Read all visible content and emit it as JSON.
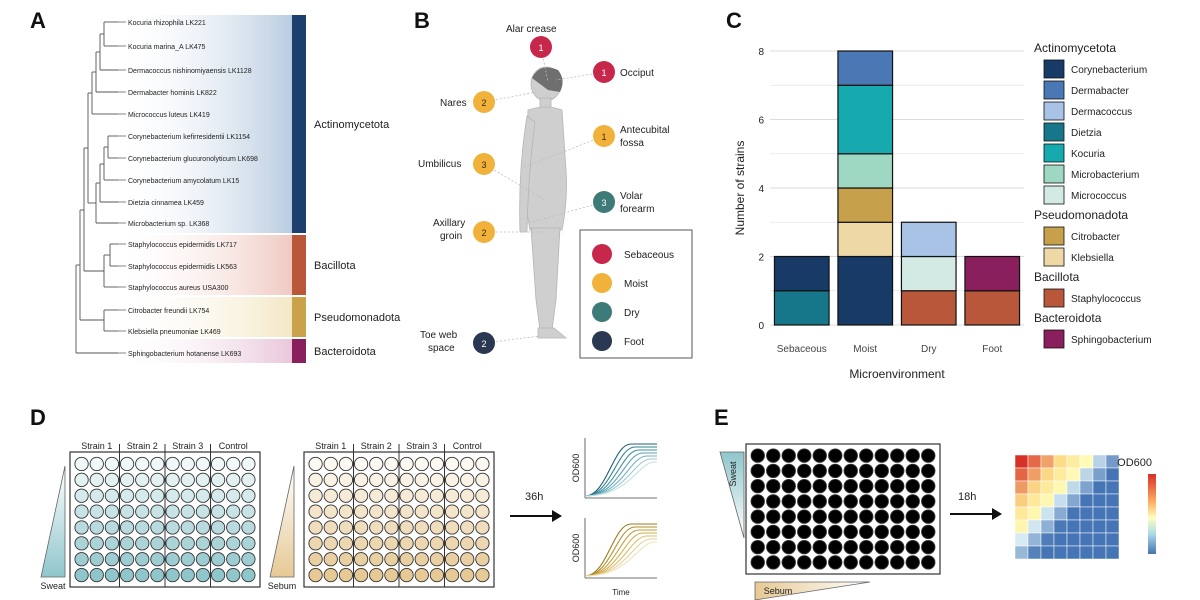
{
  "panels": {
    "a": "A",
    "b": "B",
    "c": "C",
    "d": "D",
    "e": "E"
  },
  "phylogeny": {
    "taxa": [
      "Kocuria rhizophila LK221",
      "Kocuria marina_A LK475",
      "Dermacoccus nishinomiyaensis LK1128",
      "Dermabacter hominis LK822",
      "Micrococcus luteus LK419",
      "Corynebacterium kefirresidentii LK1154",
      "Corynebacterium glucuronolyticum LK698",
      "Corynebacterium amycolatum LK15",
      "Dietzia cinnamea LK459",
      "Microbacterium sp. LK368",
      "Staphylococcus epidermidis LK717",
      "Staphylococcus epidermidis LK563",
      "Staphylococcus aureus USA300",
      "Citrobacter freundii LK754",
      "Klebsiella pneumoniae LK469",
      "Sphingobacterium hotanense LK693"
    ],
    "groups": [
      {
        "name": "Actinomycetota",
        "color": "#1c3f6e",
        "shade": "#b9cce0"
      },
      {
        "name": "Bacillota",
        "color": "#b8573a",
        "shade": "#f0c9c2"
      },
      {
        "name": "Pseudomonadota",
        "color": "#c9a24a",
        "shade": "#f3e8c6"
      },
      {
        "name": "Bacteroidota",
        "color": "#8a1f5e",
        "shade": "#e9c7da"
      }
    ]
  },
  "body_sites": {
    "sites": [
      {
        "name": "Alar crease",
        "count": "1",
        "type": "Sebaceous"
      },
      {
        "name": "Occiput",
        "count": "1",
        "type": "Sebaceous"
      },
      {
        "name": "Nares",
        "count": "2",
        "type": "Moist"
      },
      {
        "name": "Antecubital fossa",
        "count": "1",
        "type": "Moist"
      },
      {
        "name": "Umbilicus",
        "count": "3",
        "type": "Moist"
      },
      {
        "name": "Volar forearm",
        "count": "3",
        "type": "Dry"
      },
      {
        "name": "Axillary groin",
        "count": "2",
        "type": "Moist"
      },
      {
        "name": "Toe web space",
        "count": "2",
        "type": "Foot"
      }
    ],
    "legend": [
      {
        "label": "Sebaceous",
        "color": "#c6274a"
      },
      {
        "label": "Moist",
        "color": "#f0b23a"
      },
      {
        "label": "Dry",
        "color": "#3d7a78"
      },
      {
        "label": "Foot",
        "color": "#2a3852"
      }
    ]
  },
  "chart_data": {
    "type": "bar",
    "stacked": true,
    "categories": [
      "Sebaceous",
      "Moist",
      "Dry",
      "Foot"
    ],
    "xlabel": "Microenvironment",
    "ylabel": "Number of strains",
    "ylim": [
      0,
      8
    ],
    "yticks": [
      "0",
      "2",
      "4",
      "6",
      "8"
    ],
    "grid": true,
    "legend_position": "right",
    "legend_groups": [
      {
        "title": "Actinomycetota",
        "items": [
          "Corynebacterium",
          "Dermabacter",
          "Dermacoccus",
          "Dietzia",
          "Kocuria",
          "Microbacterium",
          "Micrococcus"
        ]
      },
      {
        "title": "Pseudomonadota",
        "items": [
          "Citrobacter",
          "Klebsiella"
        ]
      },
      {
        "title": "Bacillota",
        "items": [
          "Staphylococcus"
        ]
      },
      {
        "title": "Bacteroidota",
        "items": [
          "Sphingobacterium"
        ]
      }
    ],
    "colors": {
      "Corynebacterium": "#173a66",
      "Dermabacter": "#4a78b4",
      "Dermacoccus": "#a9c3e6",
      "Dietzia": "#16778a",
      "Kocuria": "#16a9ad",
      "Microbacterium": "#9ed8c3",
      "Micrococcus": "#d3eae4",
      "Citrobacter": "#c6a04a",
      "Klebsiella": "#eed8a6",
      "Staphylococcus": "#b8573a",
      "Sphingobacterium": "#8a1f5e"
    },
    "series": [
      {
        "name": "Dietzia",
        "values": [
          1,
          0,
          0,
          0
        ]
      },
      {
        "name": "Corynebacterium",
        "values": [
          1,
          2,
          0,
          0
        ]
      },
      {
        "name": "Klebsiella",
        "values": [
          0,
          1,
          0,
          0
        ]
      },
      {
        "name": "Citrobacter",
        "values": [
          0,
          1,
          0,
          0
        ]
      },
      {
        "name": "Microbacterium",
        "values": [
          0,
          1,
          0,
          0
        ]
      },
      {
        "name": "Kocuria",
        "values": [
          0,
          2,
          0,
          0
        ]
      },
      {
        "name": "Dermabacter",
        "values": [
          0,
          1,
          0,
          0
        ]
      },
      {
        "name": "Staphylococcus",
        "values": [
          0,
          0,
          1,
          1
        ]
      },
      {
        "name": "Micrococcus",
        "values": [
          0,
          0,
          1,
          0
        ]
      },
      {
        "name": "Dermacoccus",
        "values": [
          0,
          0,
          1,
          0
        ]
      },
      {
        "name": "Sphingobacterium",
        "values": [
          0,
          0,
          0,
          1
        ]
      }
    ]
  },
  "plate_assay": {
    "columns": [
      "Strain 1",
      "Strain 2",
      "Strain 3",
      "Control"
    ],
    "sweat_label": "Sweat",
    "sebum_label": "Sebum",
    "time_label_d": "36h",
    "time_label_e": "18h",
    "od_label": "OD600",
    "time_axis": "Time",
    "heatmap_label": "OD600",
    "sweat_color": "#8fc6cc",
    "sebum_color": "#e6c995"
  }
}
